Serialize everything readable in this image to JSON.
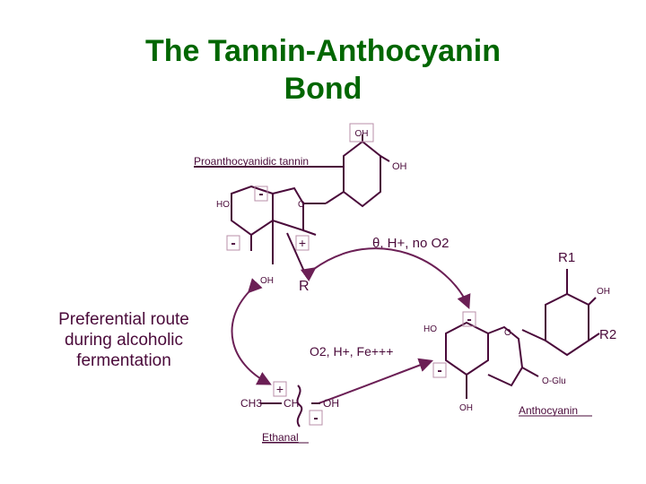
{
  "slide": {
    "title_line1": "The Tannin-Anthocyanin",
    "title_line2": "Bond",
    "title_color": "#006600"
  },
  "tannin": {
    "label": "Proanthocyanidic tannin",
    "oh_top": "OH",
    "oh_right": "OH",
    "ho_left": "HO",
    "ring_o": "O",
    "oh_bottom": "OH",
    "minus": "-",
    "plus": "+"
  },
  "conditions": {
    "theta_label": "θ, H+, no O2",
    "oxidative_label": "O2, H+, Fe+++",
    "r_label": "R"
  },
  "route_note": {
    "line1": "Preferential route",
    "line2": "during alcoholic",
    "line3": "fermentation"
  },
  "ethanal": {
    "ch3": "CH3",
    "ch": "CH",
    "oh": "OH",
    "name": "Ethanal",
    "plus": "+",
    "minus": "-"
  },
  "anthocyanin": {
    "r1": "R1",
    "r2": "R2",
    "oh_right": "OH",
    "ho_left": "HO",
    "ring_o": "O",
    "o_glu": "O-Glu",
    "oh_bottom": "OH",
    "name": "Anthocyanin",
    "minus": "-"
  },
  "colors": {
    "bonds": "#4a0a3a",
    "arrows": "#6b1f55",
    "charge_box": "#b98fa8"
  }
}
